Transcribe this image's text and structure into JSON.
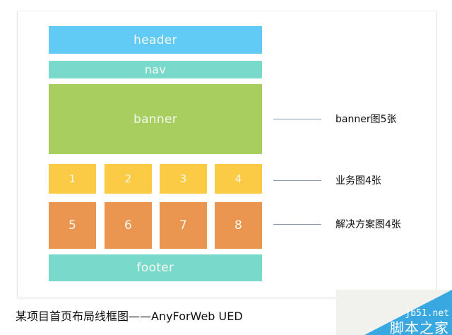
{
  "diagram": {
    "blocks": {
      "header": "header",
      "nav": "nav",
      "banner": "banner",
      "business": [
        "1",
        "2",
        "3",
        "4"
      ],
      "solutions": [
        "5",
        "6",
        "7",
        "8"
      ],
      "footer": "footer"
    },
    "annotations": {
      "banner": "banner图5张",
      "business": "业务图4张",
      "solutions": "解决方案图4张"
    },
    "caption": "某项目首页布局线框图——AnyForWeb  UED",
    "colors": {
      "header": "#62cbf5",
      "nav": "#79dacb",
      "banner": "#a7ce5f",
      "business": "#fccb45",
      "solutions": "#ea9550",
      "footer": "#79dacb"
    }
  },
  "watermark": {
    "domain": "jb51.net",
    "name": "脚本之家"
  }
}
